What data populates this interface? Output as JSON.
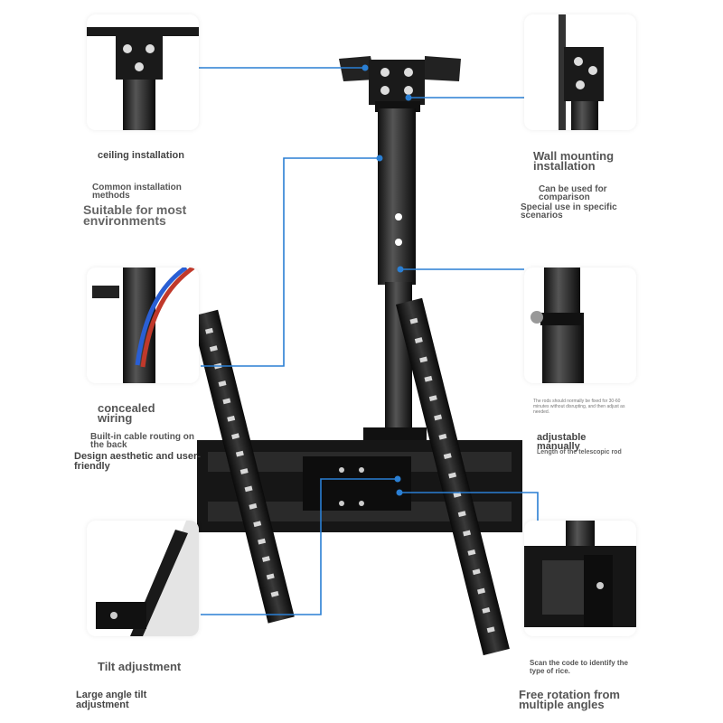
{
  "callouts": {
    "ceiling": {
      "title": "ceiling installation",
      "sub": "Common installation methods",
      "big": "Suitable for most environments"
    },
    "wall": {
      "title": "Wall mounting installation",
      "sub": "Can be used for comparison",
      "sub2": "Special use in specific scenarios"
    },
    "wiring": {
      "title": "concealed wiring",
      "sub": "Built-in cable routing on the back",
      "sub2": "Design aesthetic and user-friendly"
    },
    "adjust": {
      "tiny": "The rods should normally be fixed for 30-60 minutes without disrupting, and then adjust as needed.",
      "title": "adjustable manually",
      "sub": "Length of the telescopic rod"
    },
    "tilt": {
      "title": "Tilt adjustment",
      "sub": "Large angle tilt adjustment"
    },
    "rotate": {
      "sub": "Scan the code to identify the type of rice.",
      "title": "Free rotation from multiple angles"
    }
  },
  "colors": {
    "accent": "#2a7fd4",
    "metal": "#1a1a1a",
    "bg": "#ffffff"
  }
}
